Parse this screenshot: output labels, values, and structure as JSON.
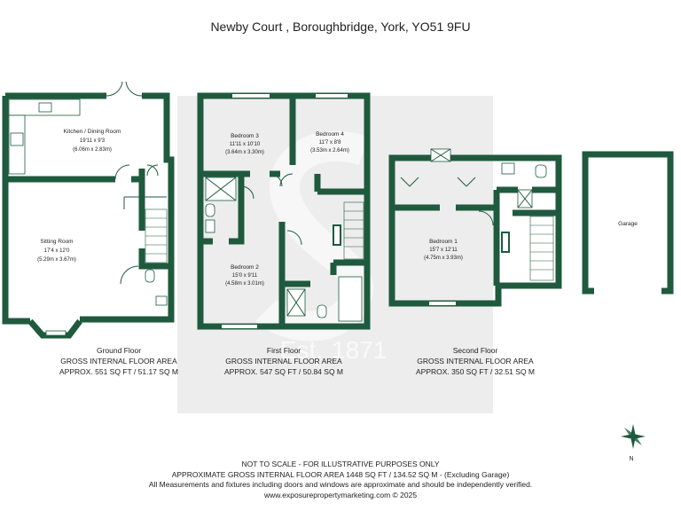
{
  "title": "Newby Court , Boroughbridge, York, YO51 9FU",
  "watermark": {
    "text": "1871",
    "prefix": "Est."
  },
  "floors": [
    {
      "name": "Ground Floor",
      "area_label": "GROSS INTERNAL FLOOR AREA",
      "area_value": "APPROX. 551 SQ FT / 51.17 SQ M",
      "rooms": [
        {
          "name": "Kitchen / Dining Room",
          "dim1": "19'11 x 9'3",
          "dim2": "(6.06m x 2.83m)"
        },
        {
          "name": "Sitting Room",
          "dim1": "17'4 x 12'0",
          "dim2": "(5.29m x 3.67m)"
        }
      ]
    },
    {
      "name": "First Floor",
      "area_label": "GROSS INTERNAL FLOOR AREA",
      "area_value": "APPROX. 547 SQ FT / 50.84 SQ M",
      "rooms": [
        {
          "name": "Bedroom 3",
          "dim1": "11'11 x 10'10",
          "dim2": "(3.64m x 3.30m)"
        },
        {
          "name": "Bedroom 4",
          "dim1": "11'7 x 8'8",
          "dim2": "(3.53m x 2.64m)"
        },
        {
          "name": "Bedroom 2",
          "dim1": "15'0 x 9'11",
          "dim2": "(4.58m x 3.01m)"
        }
      ]
    },
    {
      "name": "Second Floor",
      "area_label": "GROSS INTERNAL FLOOR AREA",
      "area_value": "APPROX. 350 SQ FT / 32.51 SQ M",
      "rooms": [
        {
          "name": "Bedroom 1",
          "dim1": "15'7 x 12'11",
          "dim2": "(4.75m x 3.93m)"
        }
      ]
    }
  ],
  "garage": {
    "name": "Garage"
  },
  "compass": {
    "label": "N"
  },
  "footer": {
    "line1": "NOT TO SCALE - FOR ILLUSTRATIVE PURPOSES ONLY",
    "line2": "APPROXIMATE GROSS INTERNAL FLOOR AREA 1448 SQ FT / 134.52 SQ M - (Excluding Garage)",
    "line3": "All Measurements and fixtures including doors and windows are approximate and should be independently verified.",
    "line4": "www.exposurepropertymarketing.com © 2025"
  },
  "colors": {
    "wall": "#1f5a3e",
    "watermark": "#9a9a9a"
  }
}
